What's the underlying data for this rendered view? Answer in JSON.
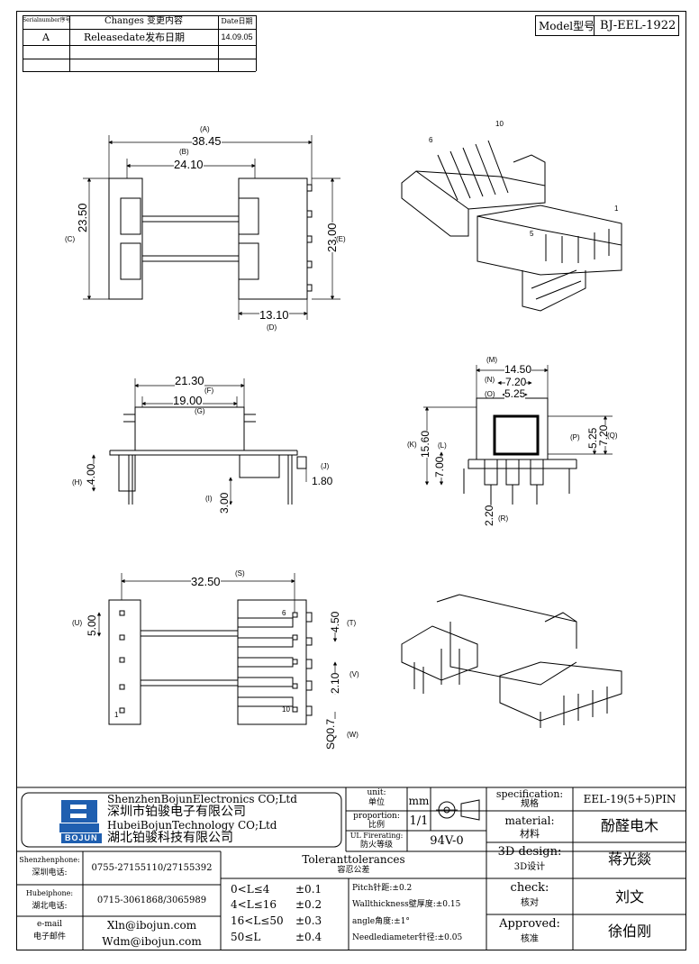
{
  "revision_table": {
    "headers": [
      "Serialnumber序号",
      "Changes 变更内容",
      "Date日期"
    ],
    "rows": [
      [
        "A",
        "Releasedate发布日期",
        "14.09.05"
      ]
    ]
  },
  "model": {
    "label": "Model型号",
    "value": "BJ-EEL-1922"
  },
  "top_view": {
    "dims": [
      "(A)",
      "38.45",
      "(B)",
      "24.10",
      "(C)",
      "23.50",
      "23.00",
      "(E)",
      "13.10",
      "(D)"
    ]
  },
  "iso_top": {
    "pin_labels": [
      "10",
      "6",
      "1",
      "5"
    ]
  },
  "side_view": {
    "dims": [
      "21.30",
      "(F)",
      "19.00",
      "(G)",
      "(J)",
      "1.80",
      "(H)",
      "4.00",
      "(I)",
      "3.00"
    ]
  },
  "end_view": {
    "dims": [
      "(M)",
      "14.50",
      "(N)",
      "7.20",
      "(O)",
      "5.25",
      "(K)",
      "15.60",
      "(L)",
      "7.00",
      "(P)",
      "5.25",
      "7.20",
      "(Q)",
      "2.20",
      "(R)"
    ]
  },
  "bottom_view": {
    "dims": [
      "32.50",
      "(S)",
      "(U)",
      "5.00",
      "4.50",
      "(T)",
      "2.10",
      "(V)",
      "SQ0.7",
      "(W)"
    ],
    "pin_labels": [
      "6",
      "1",
      "10"
    ]
  },
  "title_block": {
    "company_en_1": "ShenzhenBojunElectronics CO;Ltd",
    "company_cn_1": "深圳市铂骏电子有限公司",
    "company_en_2": "HubeiBojunTechnology CO;Ltd",
    "company_cn_2": "湖北铂骏科技有限公司",
    "logo_text": "BOJUN",
    "unit_label": "unit:",
    "unit_label_cn": "单位",
    "unit_value": "mm",
    "proportion_label": "proportion:",
    "proportion_label_cn": "比例",
    "proportion_value": "1/1",
    "ul_label": "UL Firerating:",
    "ul_label_cn": "防火等级",
    "ul_value": "94V-0",
    "spec_label": "specification:",
    "spec_label_cn": "规格",
    "spec_value": "EEL-19(5+5)PIN",
    "material_label": "material:",
    "material_label_cn": "材料",
    "material_value": "酚醛电木",
    "design_label": "3D design:",
    "design_label_cn": "3D设计",
    "design_value": "蒋光燚",
    "check_label": "check:",
    "check_label_cn": "核对",
    "check_value": "刘文",
    "approved_label": "Approved:",
    "approved_label_cn": "核准",
    "approved_value": "徐伯刚",
    "sz_phone_label": "Shenzhenphone:",
    "sz_phone_label_cn": "深圳电话:",
    "sz_phone": "0755-27155110/27155392",
    "hb_phone_label": "Hubeiphone:",
    "hb_phone_label_cn": "湖北电话:",
    "hb_phone": "0715-3061868/3065989",
    "email_label": "e-mail",
    "email_label_cn": "电子邮件",
    "email_1": "Xln@ibojun.com",
    "email_2": "Wdm@ibojun.com",
    "tol_title": "Toleranttolerances",
    "tol_title_cn": "容忍公差",
    "tol_rows": [
      [
        "0<L≤4",
        "±0.1"
      ],
      [
        "4<L≤16",
        "±0.2"
      ],
      [
        "16<L≤50",
        "±0.3"
      ],
      [
        "50≤L",
        "±0.4"
      ]
    ],
    "notes": [
      "Pitch针距:±0.2",
      "Wallthickness壁厚度:±0.15",
      "angle角度:±1°",
      "Needlediameter针径:±0.05"
    ]
  }
}
